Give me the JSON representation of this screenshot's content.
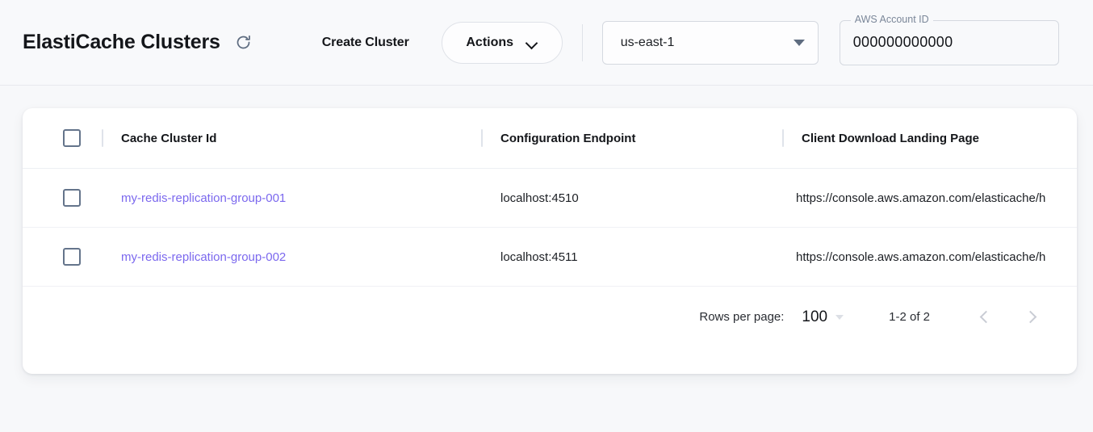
{
  "header": {
    "title": "ElastiCache Clusters",
    "refresh_icon": "refresh-icon",
    "create_cluster_label": "Create Cluster",
    "actions_label": "Actions",
    "actions_chevron_icon": "chevron-down-icon",
    "region": {
      "value": "us-east-1",
      "caret_icon": "triangle-down-icon"
    },
    "account": {
      "label": "AWS Account ID",
      "value": "000000000000"
    }
  },
  "table": {
    "select_all_checkbox": "unchecked",
    "columns": [
      "Cache Cluster Id",
      "Configuration Endpoint",
      "Client Download Landing Page"
    ],
    "rows": [
      {
        "checkbox": "unchecked",
        "cluster_id": "my-redis-replication-group-001",
        "configuration_endpoint": "localhost:4510",
        "landing_page": "https://console.aws.amazon.com/elasticache/h"
      },
      {
        "checkbox": "unchecked",
        "cluster_id": "my-redis-replication-group-002",
        "configuration_endpoint": "localhost:4511",
        "landing_page": "https://console.aws.amazon.com/elasticache/h"
      }
    ]
  },
  "pagination": {
    "rows_per_page_label": "Rows per page:",
    "rows_per_page_value": "100",
    "rows_per_page_caret_icon": "triangle-down-icon",
    "range_label": "1-2 of 2",
    "prev_icon": "chevron-left-icon",
    "next_icon": "chevron-right-icon"
  },
  "colors": {
    "link": "#7b68ee",
    "page_bg": "#f7f8fa",
    "card_bg": "#ffffff",
    "checkbox_border": "#64748b"
  }
}
